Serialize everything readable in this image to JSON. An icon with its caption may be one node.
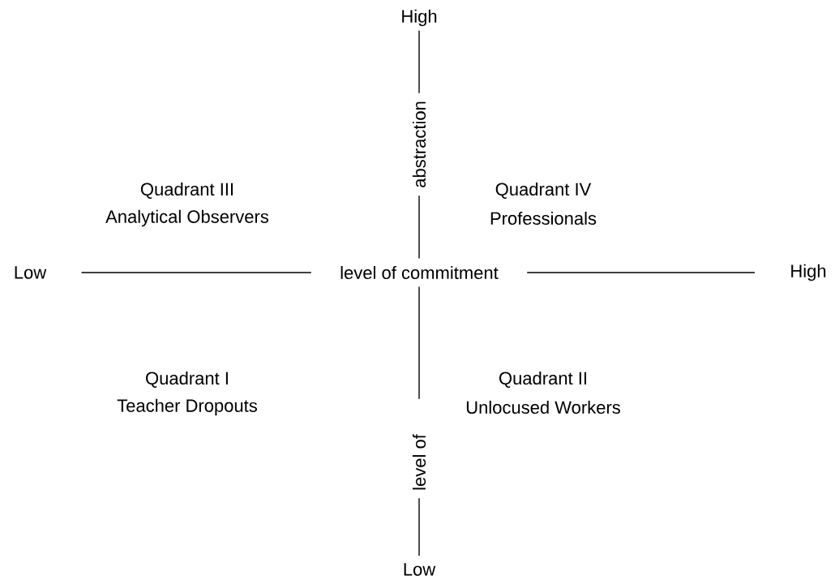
{
  "diagram": {
    "nodes": [
      {
        "text": [
          "High"
        ]
      },
      {
        "text": [
          "abstraction"
        ]
      },
      {
        "text": [
          "Low"
        ]
      },
      {
        "text": [
          "level of commitment"
        ]
      },
      {
        "text": [
          "High"
        ]
      },
      {
        "text": [
          "level of"
        ]
      },
      {
        "text": [
          "Low"
        ]
      }
    ],
    "edges": [
      {
        "from": 0,
        "to": 1,
        "arrow": "none"
      },
      {
        "from": 1,
        "to": 3,
        "arrow": "none"
      },
      {
        "from": 2,
        "to": 3,
        "arrow": "none"
      },
      {
        "from": 3,
        "to": 4,
        "arrow": "none"
      },
      {
        "from": 3,
        "to": 5,
        "arrow": "none"
      },
      {
        "from": 5,
        "to": 6,
        "arrow": "none"
      }
    ],
    "labels": [
      "Quadrant III",
      "Analytical Observers",
      "Quadrant IV",
      "Professionals",
      "Quadrant I",
      "Teacher Dropouts",
      "Quadrant II",
      "Unlocused Workers"
    ]
  }
}
